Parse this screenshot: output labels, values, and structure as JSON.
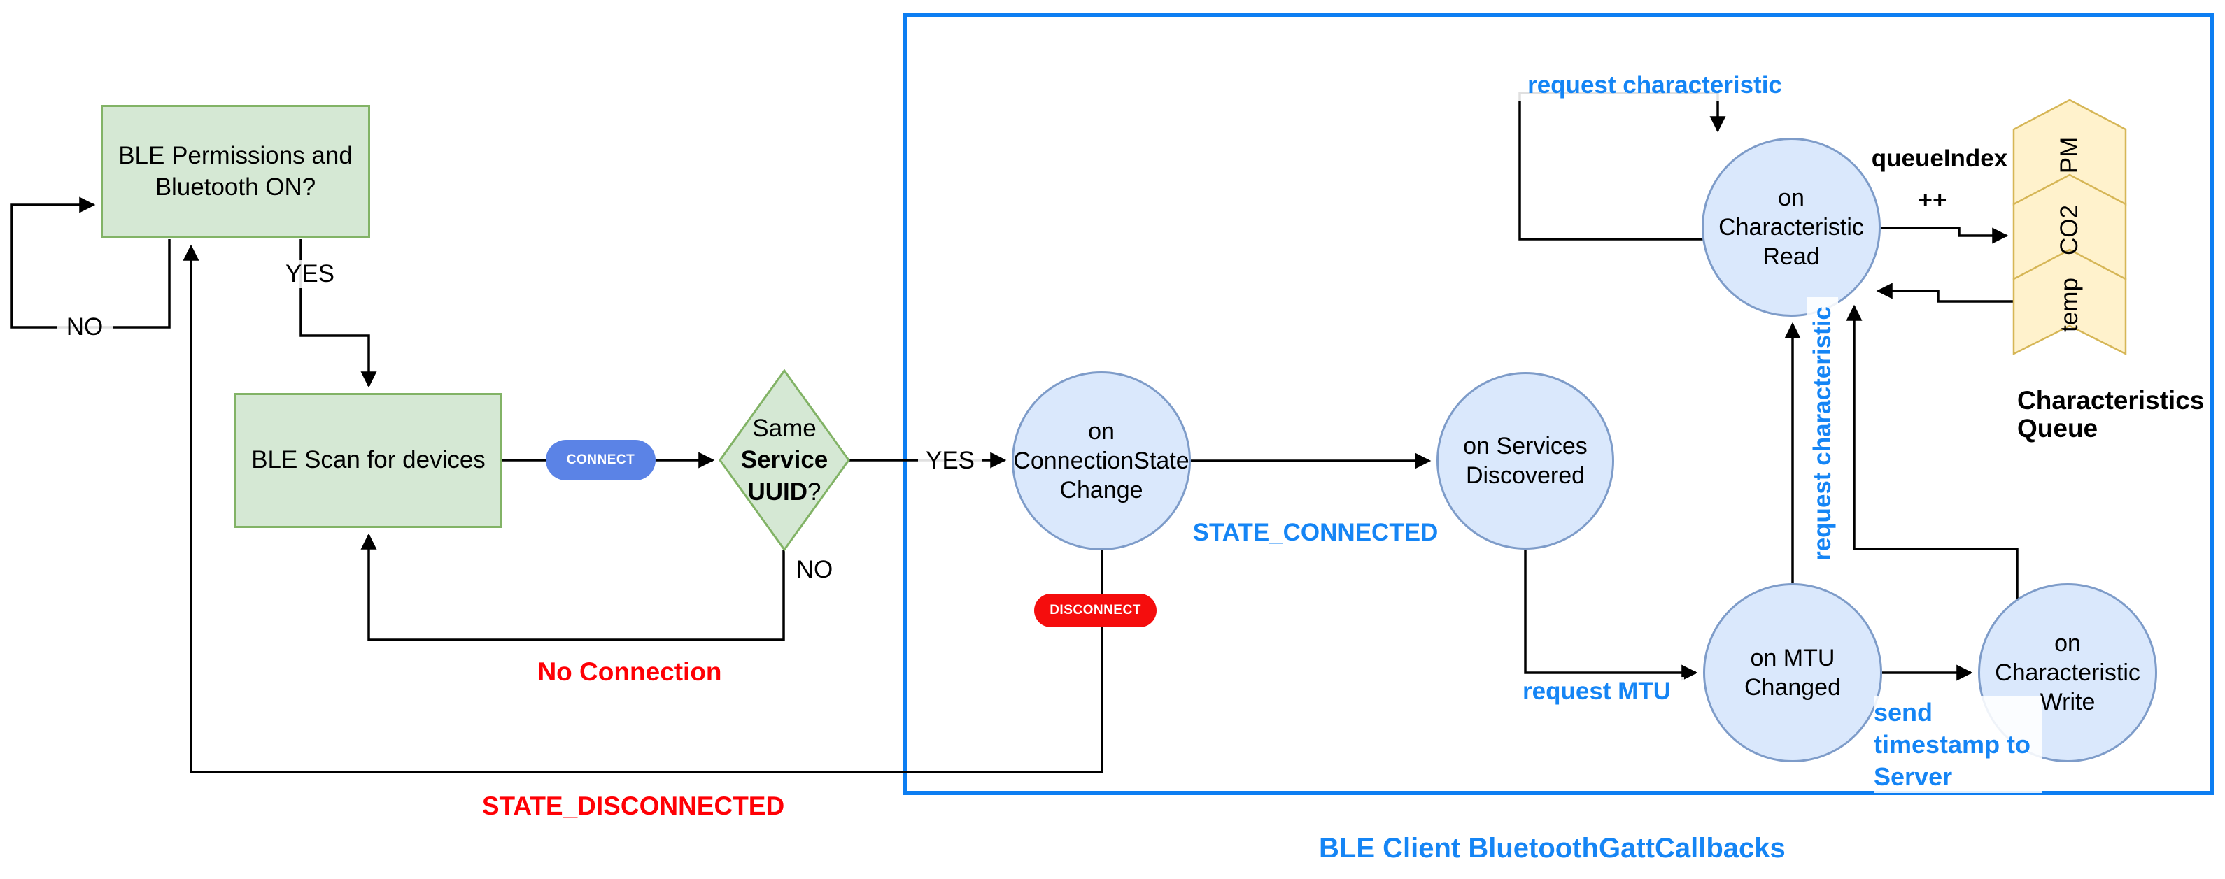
{
  "colors": {
    "green_fill": "#d5e8d4",
    "green_stroke": "#82b366",
    "blue_fill": "#dae8fc",
    "blue_stroke": "#7e9cc9",
    "yellow_fill": "#fff2cc",
    "yellow_stroke": "#d6b656",
    "connect_pill": "#5b83e6",
    "disconnect_pill": "#f50d0d",
    "container_stroke": "#0d7ef2",
    "label_blue": "#1585f5",
    "label_red": "#ff0005",
    "edge_black": "#000000"
  },
  "nodes": {
    "permissions": {
      "label": "BLE Permissions and\nBluetooth ON?"
    },
    "scan": {
      "label": "BLE Scan for devices"
    },
    "uuid_check": {
      "pre": "Same ",
      "bold1": "Service",
      "bold2": "UUID",
      "post": "?"
    },
    "on_connection_state_change": {
      "label": "on\nConnectionState\nChange"
    },
    "on_services_discovered": {
      "label": "on Services\nDiscovered"
    },
    "on_characteristic_read": {
      "label": "on\nCharacteristic\nRead"
    },
    "on_mtu_changed": {
      "label": "on MTU\nChanged"
    },
    "on_characteristic_write": {
      "label": "on\nCharacteristic\nWrite"
    }
  },
  "badges": {
    "connect": "CONNECT",
    "disconnect": "DISCONNECT"
  },
  "edge_labels": {
    "yes_permissions": "YES",
    "no_permissions": "NO",
    "yes_uuid": "YES",
    "no_uuid": "NO",
    "no_connection": "No Connection",
    "state_disconnected": "STATE_DISCONNECTED",
    "state_connected": "STATE_CONNECTED",
    "request_mtu": "request MTU",
    "request_characteristic_top": "request characteristic",
    "request_characteristic_vertical": "request characteristic",
    "queue_index": "queueIndex",
    "queue_index_increment": "++",
    "send_timestamp": "send\ntimestamp to\nServer"
  },
  "queue": {
    "title": "Characteristics\nQueue",
    "items": [
      "PM",
      "CO2",
      "temp"
    ]
  },
  "container_label": "BLE Client BluetoothGattCallbacks"
}
